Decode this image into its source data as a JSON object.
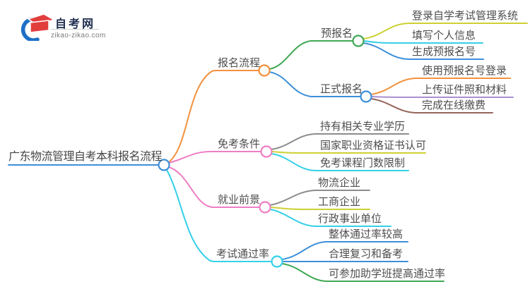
{
  "colors": {
    "blue": "#3d8fd8",
    "orange": "#f2913d",
    "green": "#3fa854",
    "yellow_green": "#cdd134",
    "cyan": "#35d0e8",
    "pink": "#ee7ec4",
    "purple": "#a98fd0",
    "brown": "#96655a",
    "gray": "#8c8c8c",
    "logo_blue": "#1d6fc6",
    "logo_red": "#e23d3d",
    "logo_navy": "#1d2c4e"
  },
  "logo": {
    "name": "自考网",
    "domain": "zikao-zikao.com"
  },
  "root": {
    "label": "广东物流管理自考本科报名流程"
  },
  "branches": [
    {
      "label": "报名流程",
      "children": [
        {
          "label": "预报名",
          "children": [
            {
              "label": "登录自学考试管理系统"
            },
            {
              "label": "填写个人信息"
            },
            {
              "label": "生成预报名号"
            }
          ]
        },
        {
          "label": "正式报名",
          "children": [
            {
              "label": "使用预报名号登录"
            },
            {
              "label": "上传证件照和材料"
            },
            {
              "label": "完成在线缴费"
            }
          ]
        }
      ]
    },
    {
      "label": "免考条件",
      "children": [
        {
          "label": "持有相关专业学历"
        },
        {
          "label": "国家职业资格证书认可"
        },
        {
          "label": "免考课程门数限制"
        }
      ]
    },
    {
      "label": "就业前景",
      "children": [
        {
          "label": "物流企业"
        },
        {
          "label": "工商企业"
        },
        {
          "label": "行政事业单位"
        }
      ]
    },
    {
      "label": "考试通过率",
      "children": [
        {
          "label": "整体通过率较高"
        },
        {
          "label": "合理复习和备考"
        },
        {
          "label": "可参加助学班提高通过率"
        }
      ]
    }
  ]
}
